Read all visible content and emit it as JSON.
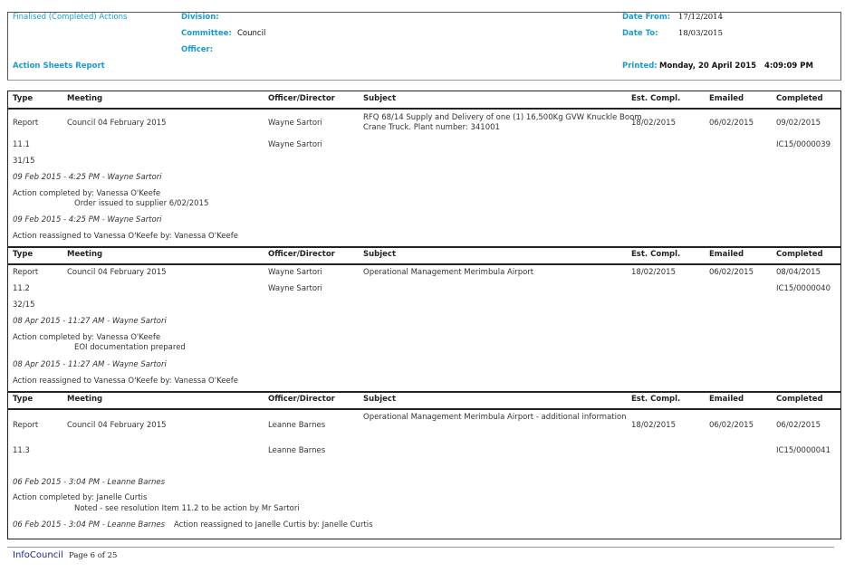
{
  "header": {
    "report_name": "Finalised (Completed) Actions",
    "report_title": "Action Sheets Report",
    "division_label": "Division:",
    "division_value": "",
    "committee_label": "Committee:",
    "committee_value": "Council",
    "officer_label": "Officer:",
    "officer_value": "",
    "date_from_label": "Date From:",
    "date_from_value": "17/12/2014",
    "date_to_label": "Date To:",
    "date_to_value": "18/03/2015",
    "printed_label": "Printed:",
    "printed_value": "Monday, 20 April 2015   4:09:09 PM"
  },
  "columns": [
    "Type",
    "Meeting",
    "Officer/Director",
    "Subject",
    "Est. Compl.",
    "Emailed",
    "Completed"
  ],
  "actions": [
    {
      "type": "Report",
      "meeting": "Council 04 February 2015",
      "officer": "Wayne Sartori",
      "subject": [
        "RFQ 68/14 Supply and Delivery of one (1) 16,500Kg GVW Knuckle Boom",
        "Crane Truck. Plant number: 341001"
      ],
      "est_compl": "18/02/2015",
      "emailed": "06/02/2015",
      "completed": "09/02/2015",
      "item": "11.1",
      "officer2": "Wayne Sartori",
      "ref": "IC15/0000039",
      "resolution": "31/15",
      "log1": "09 Feb 2015 - 4:25 PM - Wayne Sartori",
      "completed_by": "Action completed by: Vanessa O'Keefe",
      "note": "Order issued to supplier 6/02/2015",
      "log2": "09 Feb 2015 - 4:25 PM - Wayne Sartori",
      "reassigned": "Action reassigned to Vanessa O'Keefe by: Vanessa O'Keefe"
    },
    {
      "type": "Report",
      "meeting": "Council 04 February 2015",
      "officer": "Wayne Sartori",
      "subject": [
        "Operational Management Merimbula Airport"
      ],
      "est_compl": "18/02/2015",
      "emailed": "06/02/2015",
      "completed": "08/04/2015",
      "item": "11.2",
      "officer2": "Wayne Sartori",
      "ref": "IC15/0000040",
      "resolution": "32/15",
      "log1": "08 Apr 2015 - 11:27 AM - Wayne Sartori",
      "completed_by": "Action completed by: Vanessa O'Keefe",
      "note": "EOI documentation prepared",
      "log2": "08 Apr 2015 - 11:27 AM - Wayne Sartori",
      "reassigned": "Action reassigned to Vanessa O'Keefe by: Vanessa O'Keefe"
    },
    {
      "type": "Report",
      "meeting": "Council 04 February 2015",
      "officer": "Leanne Barnes",
      "subject": [
        "Operational Management Merimbula Airport - additional information"
      ],
      "est_compl": "18/02/2015",
      "emailed": "06/02/2015",
      "completed": "06/02/2015",
      "item": "11.3",
      "officer2": "Leanne Barnes",
      "ref": "IC15/0000041",
      "log1": "06 Feb 2015 - 3:04 PM - Leanne Barnes",
      "completed_by": "Action completed by: Janelle Curtis",
      "note": "Noted - see resolution Item 11.2 to be action by Mr Sartori",
      "log2": "06 Feb 2015 - 3:04 PM - Leanne Barnes",
      "reassigned": "Action reassigned to Janelle Curtis by: Janelle Curtis"
    }
  ],
  "footer": {
    "brand": "InfoCouncil",
    "page": "Page 6 of 25"
  }
}
